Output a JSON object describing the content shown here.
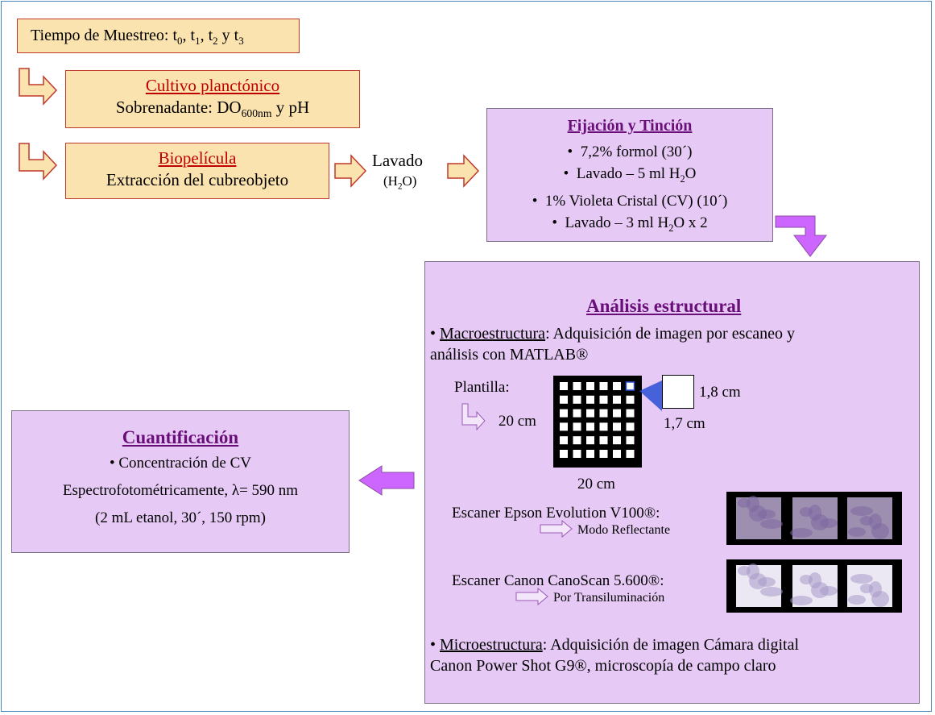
{
  "sampling": {
    "label": "Tiempo de Muestreo: ",
    "t0": "t",
    "s0": "0",
    "t1": "t",
    "s1": "1",
    "t2": "t",
    "s2": "2",
    "y": " y t",
    "s3": "3",
    "sep": ", "
  },
  "planktonic": {
    "title": "Cultivo planctónico",
    "line_a": "Sobrenadante: DO",
    "sub": "600nm",
    "line_b": " y pH"
  },
  "biofilm": {
    "title": "Biopelícula",
    "line": "Extracción del cubreobjeto"
  },
  "wash": {
    "label": "Lavado",
    "sub_a": "(H",
    "sub_sub": "2",
    "sub_b": "O)"
  },
  "fixation": {
    "title": "Fijación y Tinción",
    "bullet": "•",
    "item1": "7,2% formol (30´)",
    "item2_a": "Lavado – 5 ml H",
    "item2_sub": "2",
    "item2_b": "O",
    "item3": "1% Violeta Cristal (CV) (10´)",
    "item4_a": "Lavado – 3 ml H",
    "item4_sub": "2",
    "item4_b": "O x 2"
  },
  "analysis": {
    "title": "Análisis estructural",
    "macro_bullet": "• ",
    "macro_label": "Macroestructura",
    "macro_text": ": Adquisición de imagen por escaneo y",
    "macro_text2": "análisis con MATLAB®",
    "template_label": "Plantilla:",
    "dim_width": "20 cm",
    "dim_height": "20 cm",
    "cell_h": "1,8 cm",
    "cell_w": "1,7 cm",
    "scanner1": "Escaner Epson Evolution V100®:",
    "mode1": "Modo Reflectante",
    "scanner2": "Escaner Canon CanoScan 5.600®:",
    "mode2": "Por Transiluminación",
    "micro_bullet": "• ",
    "micro_label": "Microestructura",
    "micro_text": ": Adquisición de imagen Cámara digital",
    "micro_text2": "Canon Power Shot G9®, microscopía de campo claro"
  },
  "quant": {
    "title": "Cuantificación",
    "line1": "•  Concentración de CV",
    "line2": "Espectrofotométricamente, λ= 590 nm",
    "line3": "(2 mL etanol, 30´, 150 rpm)"
  },
  "colors": {
    "tan_fill": "#fbe3b0",
    "tan_border": "#c0392b",
    "purple_fill": "#e6c9f5",
    "arrow_purple": "#cc66ff",
    "stain": "#b7a6d6"
  }
}
